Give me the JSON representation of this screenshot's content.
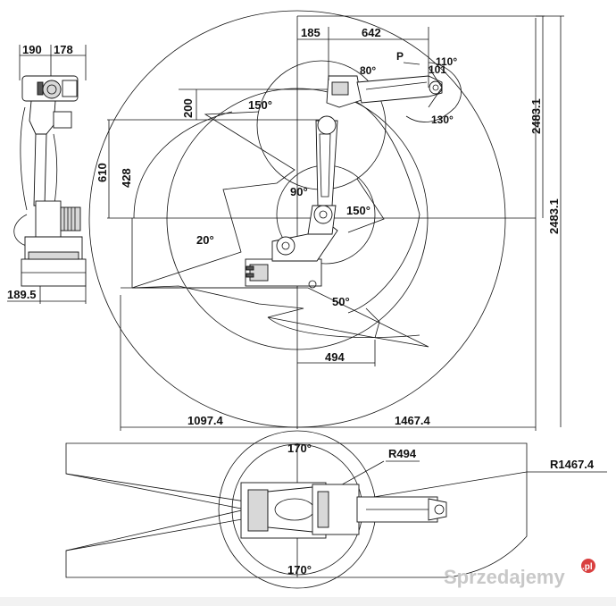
{
  "side_view": {
    "width_labels": [
      "190",
      "178"
    ],
    "base_label": "189.5"
  },
  "main_view": {
    "top_dims": [
      "185",
      "642"
    ],
    "point_label": "P",
    "wrist_dims": [
      "80°",
      "110°",
      "101"
    ],
    "wrist_angle": "130°",
    "height_dims": [
      "200",
      "610",
      "428"
    ],
    "angles": [
      "150°",
      "90°",
      "150°",
      "20°",
      "50°"
    ],
    "reach_dims": [
      "494",
      "1097.4",
      "1467.4"
    ],
    "vertical_dims": [
      "2483.1",
      "2483.1"
    ]
  },
  "top_view": {
    "angle_top": "170°",
    "angle_bottom": "170°",
    "radius_inner": "R494",
    "radius_outer": "R1467.4"
  },
  "watermark": {
    "text": "Sprzedajemy",
    "suffix": ".pl"
  }
}
